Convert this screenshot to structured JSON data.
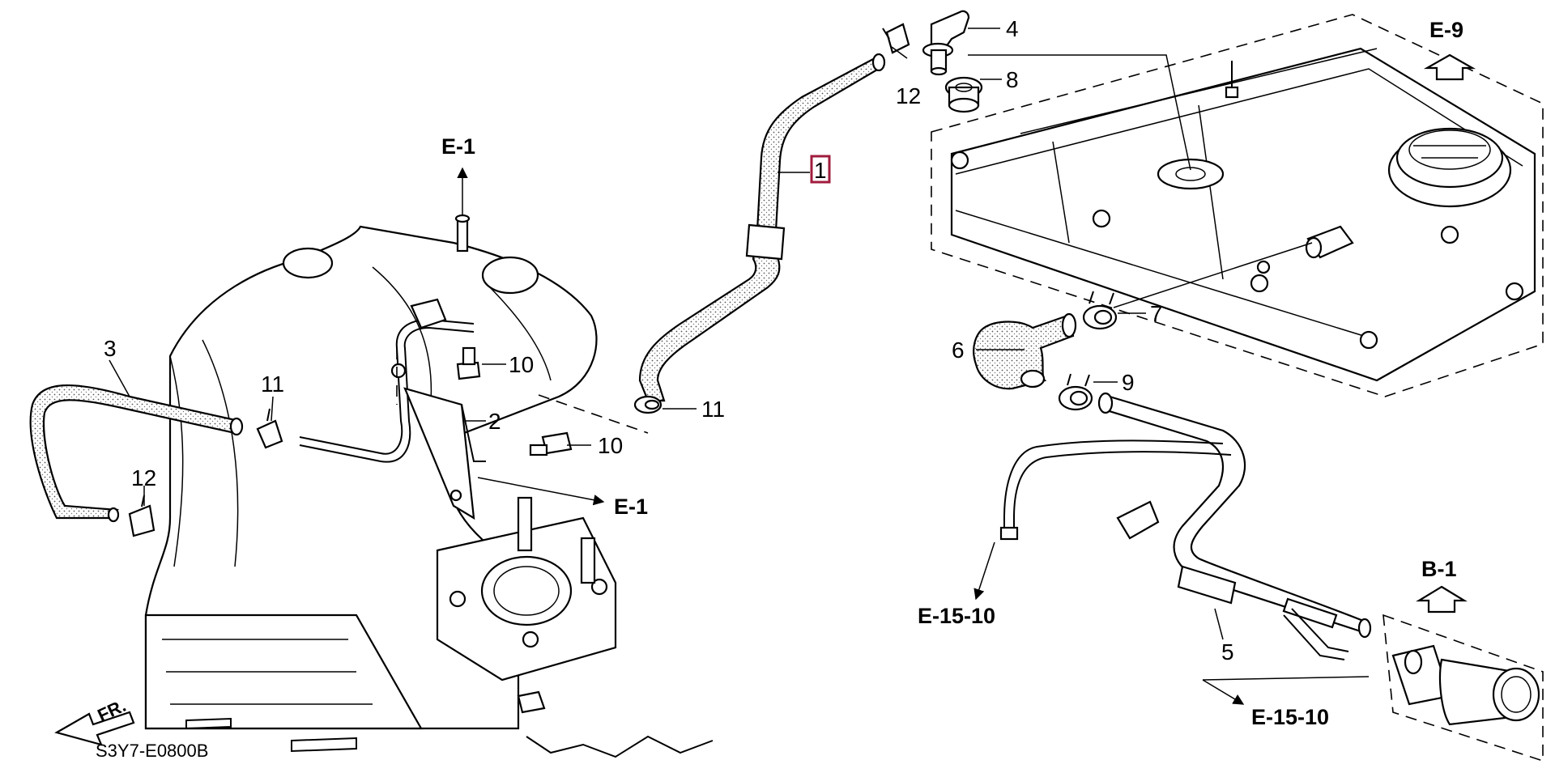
{
  "diagram": {
    "callouts": {
      "c1": "1",
      "c2": "2",
      "c3": "3",
      "c4": "4",
      "c5": "5",
      "c6": "6",
      "c7": "7",
      "c8": "8",
      "c9": "9",
      "c10a": "10",
      "c10b": "10",
      "c11a": "11",
      "c11b": "11",
      "c12a": "12",
      "c12b": "12"
    },
    "references": {
      "e1_top": "E-1",
      "e1_mid": "E-1",
      "e9": "E-9",
      "e15_left": "E-15-10",
      "e15_right": "E-15-10",
      "b1": "B-1"
    },
    "corner_codes": {
      "bottom_left": "S3Y7-E0800B",
      "fr": "FR."
    },
    "highlight_color": "#a01c3c"
  }
}
